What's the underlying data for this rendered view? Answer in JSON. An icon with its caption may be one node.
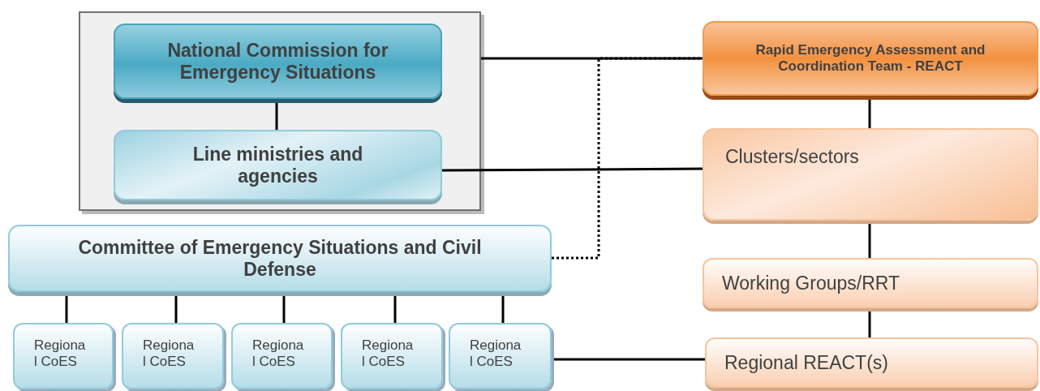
{
  "diagram": {
    "nodes": [
      {
        "text": [],
        "shape": "box"
      },
      {
        "text": [
          "National Commission for Emergency Situations"
        ],
        "in": 0
      },
      {
        "text": [
          "Line ministries and agencies"
        ],
        "in": 0
      },
      {
        "text": [
          "Committee of Emergency Situations and Civil Defense"
        ]
      },
      {
        "text": [
          "Regional CoES"
        ]
      },
      {
        "text": [
          "Regional CoES"
        ]
      },
      {
        "text": [
          "Regional CoES"
        ]
      },
      {
        "text": [
          "Regional CoES"
        ]
      },
      {
        "text": [
          "Regional CoES"
        ]
      },
      {
        "text": [
          "Rapid Emergency Assessment and Coordination Team - REACT"
        ]
      },
      {
        "text": [
          "Clusters/sectors"
        ]
      },
      {
        "text": [
          "Working Groups/RRT"
        ]
      },
      {
        "text": [
          "Regional REACT(s)"
        ]
      }
    ],
    "edges": [
      {
        "from": 1,
        "to": 2,
        "arrow": "none"
      },
      {
        "from": 0,
        "to": 9,
        "arrow": "none"
      },
      {
        "from": 2,
        "to": 10,
        "arrow": "none"
      },
      {
        "from": 3,
        "to": 9,
        "arrow": "none",
        "style": "dashed"
      },
      {
        "from": 3,
        "to": 4,
        "arrow": "none"
      },
      {
        "from": 3,
        "to": 5,
        "arrow": "none"
      },
      {
        "from": 3,
        "to": 6,
        "arrow": "none"
      },
      {
        "from": 3,
        "to": 7,
        "arrow": "none"
      },
      {
        "from": 3,
        "to": 8,
        "arrow": "none"
      },
      {
        "from": 9,
        "to": 10,
        "arrow": "none"
      },
      {
        "from": 10,
        "to": 11,
        "arrow": "none"
      },
      {
        "from": 11,
        "to": 12,
        "arrow": "none"
      },
      {
        "from": 8,
        "to": 12,
        "arrow": "none"
      }
    ]
  }
}
